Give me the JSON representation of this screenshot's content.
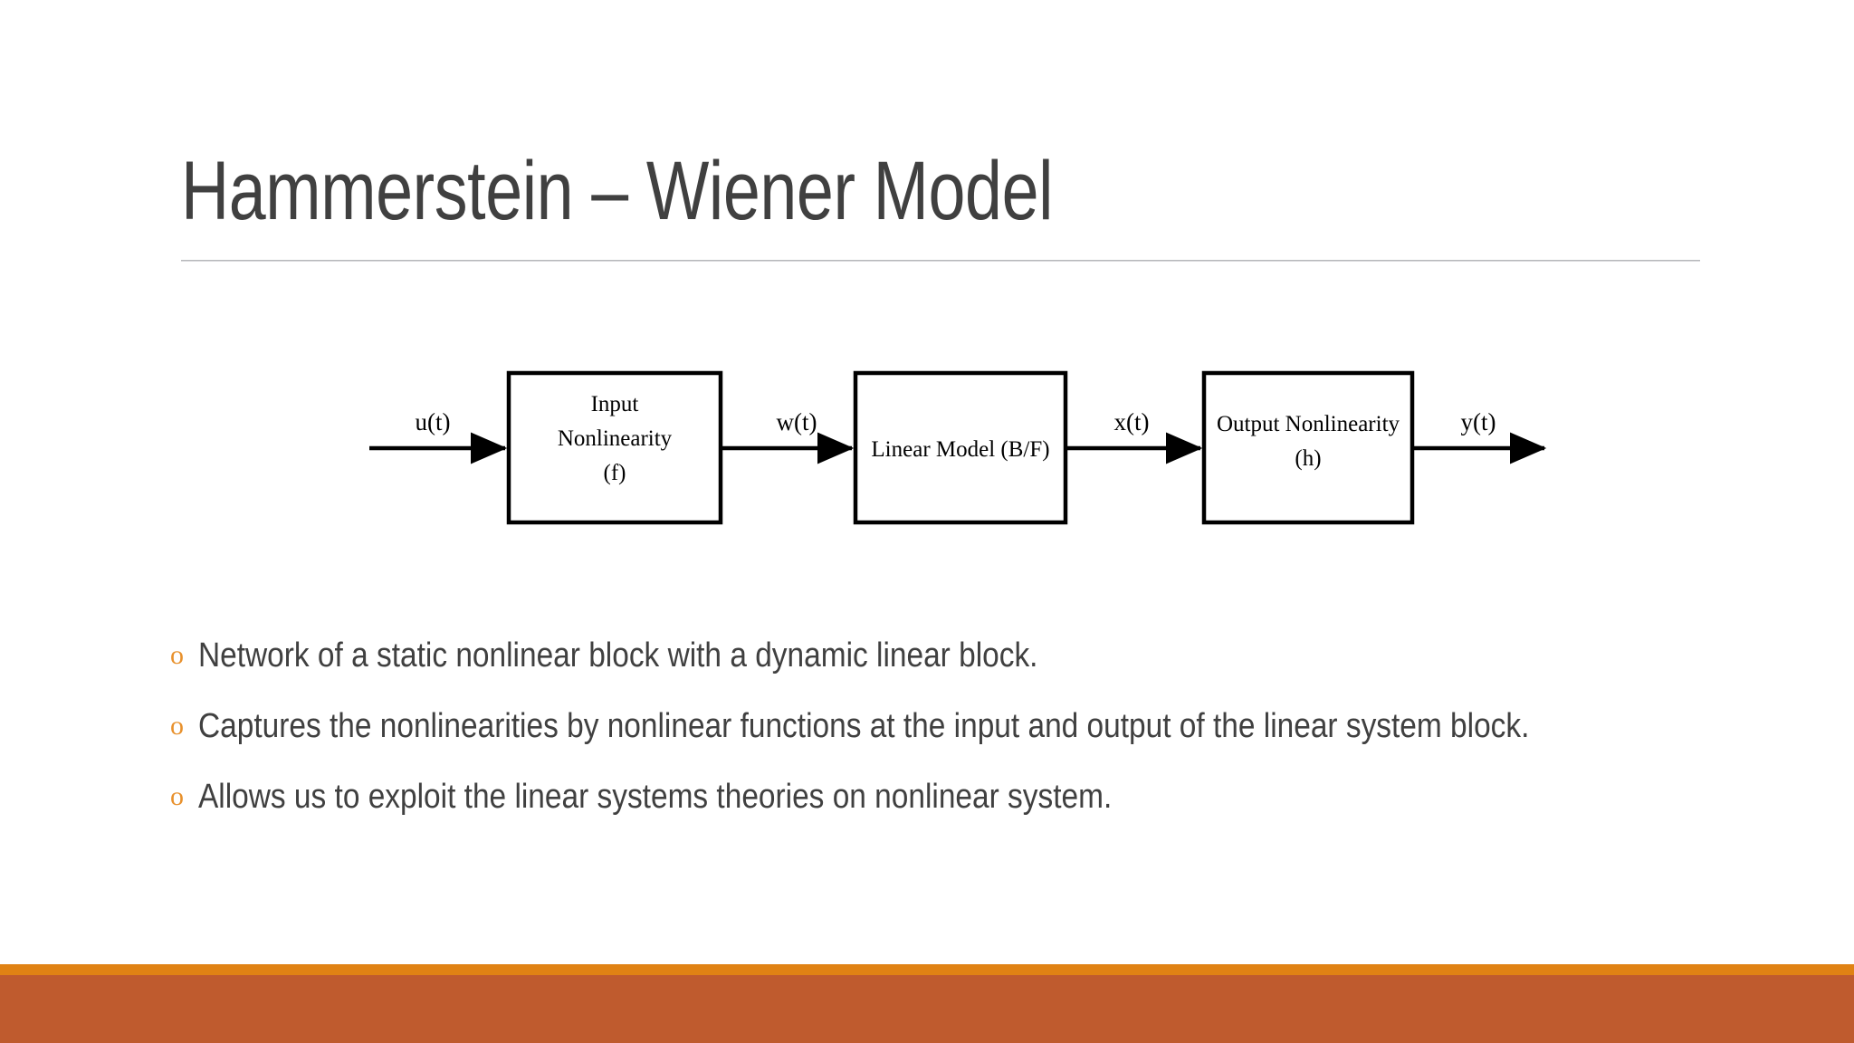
{
  "slide": {
    "title": "Hammerstein – Wiener Model",
    "background_color": "#FFFFFF",
    "title_color": "#404040",
    "rule_color": "#B6B8BB"
  },
  "diagram": {
    "blocks": [
      {
        "id": "input-nonlinearity",
        "line1": "Input",
        "line2": "Nonlinearity",
        "line3": "(f)"
      },
      {
        "id": "linear-model",
        "line1": "Linear Model (B/F)",
        "line2": "",
        "line3": ""
      },
      {
        "id": "output-nonlinearity",
        "line1": "Output Nonlinearity",
        "line2": "(h)",
        "line3": ""
      }
    ],
    "signals": [
      {
        "id": "input-signal",
        "label": "u(t)"
      },
      {
        "id": "intermediate-signal-w",
        "label": "w(t)"
      },
      {
        "id": "intermediate-signal-x",
        "label": "x(t)"
      },
      {
        "id": "output-signal",
        "label": "y(t)"
      }
    ]
  },
  "bullets": {
    "marker": "o",
    "marker_color": "#E8912D",
    "items": [
      {
        "text": "Network of a static nonlinear block with a dynamic linear block."
      },
      {
        "text": "Captures the nonlinearities by nonlinear functions at the input and output of the linear system block."
      },
      {
        "text": "Allows us to exploit the linear systems theories on nonlinear system."
      }
    ]
  },
  "footer": {
    "accent_thin_color": "#E08214",
    "accent_thick_color": "#BF5B2E"
  }
}
